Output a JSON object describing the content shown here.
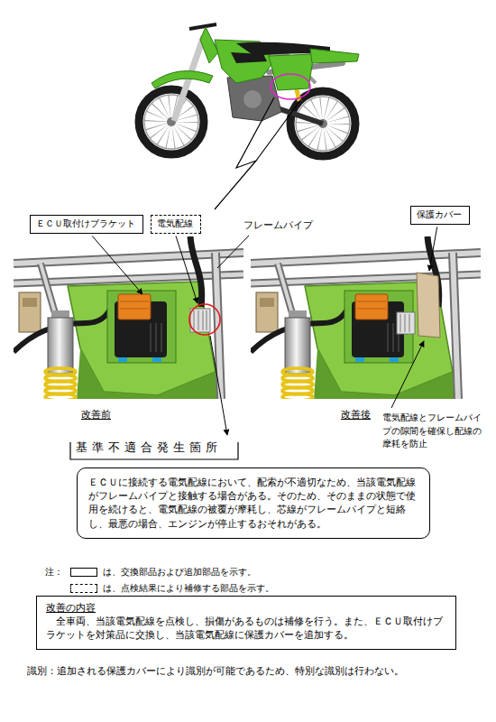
{
  "diagram": {
    "nodes": [
      {
        "text": [
          "ＥＣＵ取付けブラケット"
        ]
      },
      {
        "text": [
          "電気配線"
        ]
      },
      {
        "text": [
          "保護カバー"
        ]
      },
      {
        "text": [
          "ＥＣＵに接続する電気配線において、配索が不適切なため、当該電気配線がフレームパイプと接触する場合がある。そのため、そのままの状態で使用を続けると、電気配線の被覆が摩耗し、芯線がフレームパイプと短絡し、最悪の場合、エンジンが停止するおそれがある。"
        ]
      },
      {
        "text": [
          "改善の内容",
          "全車両、当該電気配線を点検し、損傷があるものは補修を行う。また、ＥＣＵ取付けブラケットを対策品に交換し、当該電気配線に保護カバーを追加する。"
        ]
      }
    ],
    "labels": [
      "フレームパイプ",
      "改善前",
      "改善後",
      "基準不適合発生箇所",
      "電気配線とフレームパイプの隙間を確保し配線の摩耗を防止",
      "注：",
      "識別：追加される保護カバーにより識別が可能であるため、特別な識別は行わない。"
    ],
    "legend": [
      {
        "text": "は、交換部品および追加部品を示す。"
      },
      {
        "text": "は、点検結果により補修する部品を示す。"
      }
    ]
  }
}
